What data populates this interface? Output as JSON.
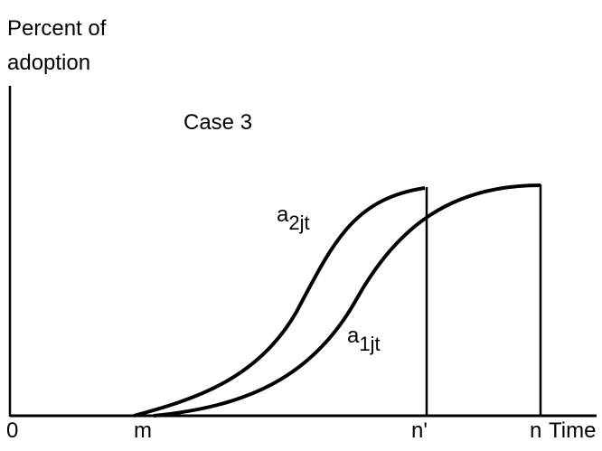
{
  "diagram": {
    "ylabel_line1": "Percent of",
    "ylabel_line2": "adoption",
    "case_label": "Case 3",
    "x_ticks": {
      "origin": "0",
      "m": "m",
      "n_prime": "n'",
      "n": "n",
      "time": "Time"
    },
    "series": [
      {
        "id": "a2",
        "base": "a",
        "subscript": "2jt"
      },
      {
        "id": "a1",
        "base": "a",
        "subscript": "1jt"
      }
    ],
    "stroke_color": "#000000"
  }
}
